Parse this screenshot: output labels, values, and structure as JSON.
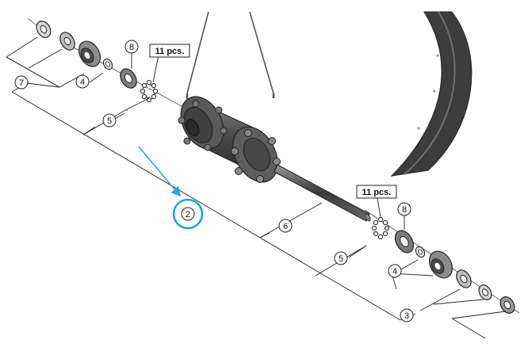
{
  "diagram": {
    "callouts": {
      "c7": "7",
      "c4_top": "4",
      "c8_top": "8",
      "c5_top": "5",
      "c2": "2",
      "c6": "6",
      "c8_bottom": "8",
      "c5_bottom": "5",
      "c4_bottom": "4",
      "c3": "3"
    },
    "quantity_labels": {
      "top": "11 pcs.",
      "bottom": "11 pcs."
    },
    "colors": {
      "line": "#222222",
      "part_dark": "#3a3a3a",
      "part_mid": "#6b6b6b",
      "part_light": "#b5b5b5",
      "highlight": "#1aa3e0"
    }
  }
}
